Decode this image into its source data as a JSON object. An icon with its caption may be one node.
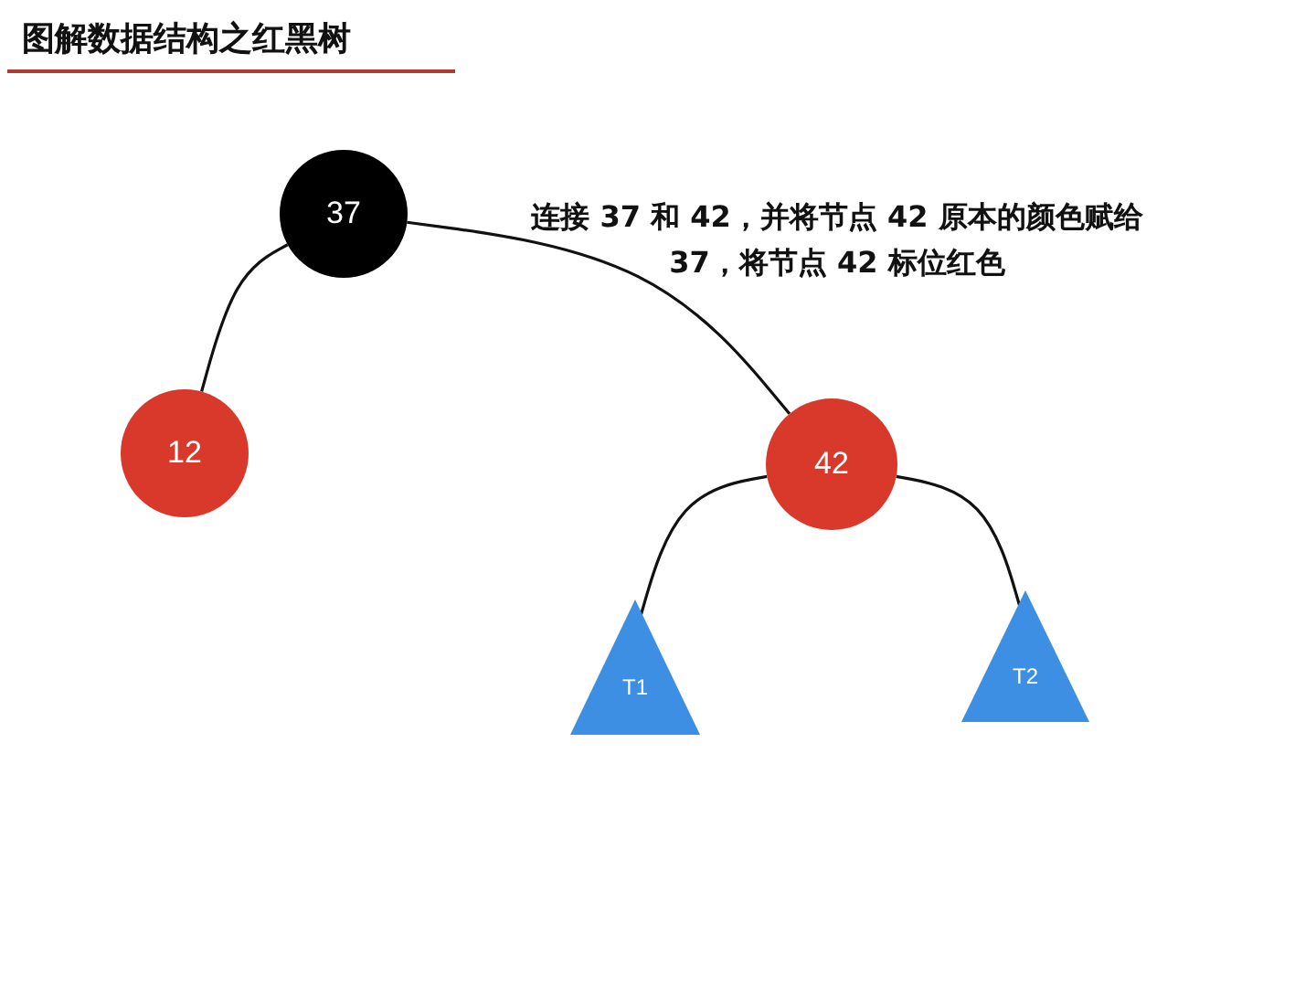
{
  "diagram": {
    "title": "图解数据结构之红黑树",
    "nodes": [
      {
        "text": [
          "37"
        ]
      },
      {
        "text": [
          "12"
        ]
      },
      {
        "text": [
          "42"
        ]
      },
      {
        "text": [
          "T1"
        ]
      },
      {
        "text": [
          "T2"
        ]
      }
    ],
    "edges": [
      {
        "from": 0,
        "to": 1,
        "arrow": "none"
      },
      {
        "from": 0,
        "to": 2,
        "arrow": "none"
      },
      {
        "from": 2,
        "to": 3,
        "arrow": "none"
      },
      {
        "from": 2,
        "to": 4,
        "arrow": "none"
      }
    ],
    "labels": [
      "连接 37 和 42，并将节点 42 原本的颜色赋给 37，将节点 42 标位红色"
    ]
  }
}
